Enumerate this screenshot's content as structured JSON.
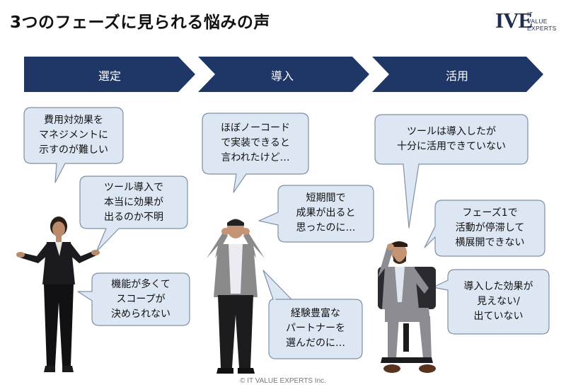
{
  "title": "3つのフェーズに見られる悩みの声",
  "logo": {
    "mark": "IVE",
    "line1": "IT",
    "line2": "VALUE",
    "line3": "EXPERTS",
    "color": "#1f2e4d"
  },
  "phases": [
    {
      "label": "選定",
      "color": "#1f3766"
    },
    {
      "label": "導入",
      "color": "#1f3766"
    },
    {
      "label": "活用",
      "color": "#1f3766"
    }
  ],
  "bubble_color": "#dde6f3",
  "bubble_border": "#7f8fa8",
  "bubbles": [
    {
      "lines": [
        "費用対効果を",
        "マネジメントに",
        "示すのが難しい"
      ]
    },
    {
      "lines": [
        "ツール導入で",
        "本当に効果が",
        "出るのか不明"
      ]
    },
    {
      "lines": [
        "機能が多くて",
        "スコープが",
        "決められない"
      ]
    },
    {
      "lines": [
        "ほぼノーコード",
        "で実装できると",
        "言われたけど…"
      ]
    },
    {
      "lines": [
        "短期間で",
        "成果が出ると",
        "思ったのに…"
      ]
    },
    {
      "lines": [
        "経験豊富な",
        "パートナーを",
        "選んだのに…"
      ]
    },
    {
      "lines": [
        "ツールは導入したが",
        "十分に活用できていない"
      ]
    },
    {
      "lines": [
        "フェーズ1で",
        "活動が停滞して",
        "横展開できない"
      ]
    },
    {
      "lines": [
        "導入した効果が",
        "見えない/",
        "出ていない"
      ]
    }
  ],
  "figures": [
    {
      "name": "woman-shrugging"
    },
    {
      "name": "man-holding-head"
    },
    {
      "name": "man-sitting-chair"
    }
  ],
  "copyright": "© IT VALUE EXPERTS Inc."
}
